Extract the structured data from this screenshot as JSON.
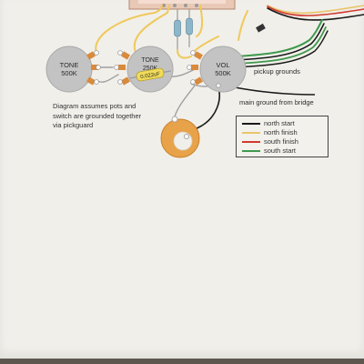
{
  "pots": {
    "tone1": {
      "name": "TONE",
      "value": "500K"
    },
    "tone2": {
      "name": "TONE",
      "value": "250K"
    },
    "vol": {
      "name": "VOL",
      "value": "500K"
    }
  },
  "capacitor": {
    "value": "0.022uF"
  },
  "labels": {
    "pickup_grounds": "pickup grounds",
    "main_ground": "main ground from bridge"
  },
  "note": {
    "lines": [
      "Diagram assumes pots and",
      "switch are grounded together",
      "via pickguard"
    ]
  },
  "legend": {
    "items": [
      {
        "label": "north start",
        "color": "#1a1a1a"
      },
      {
        "label": "north finish",
        "color": "#e8c56a"
      },
      {
        "label": "south finish",
        "color": "#d23a2f"
      },
      {
        "label": "south start",
        "color": "#3f9a4d"
      }
    ]
  }
}
